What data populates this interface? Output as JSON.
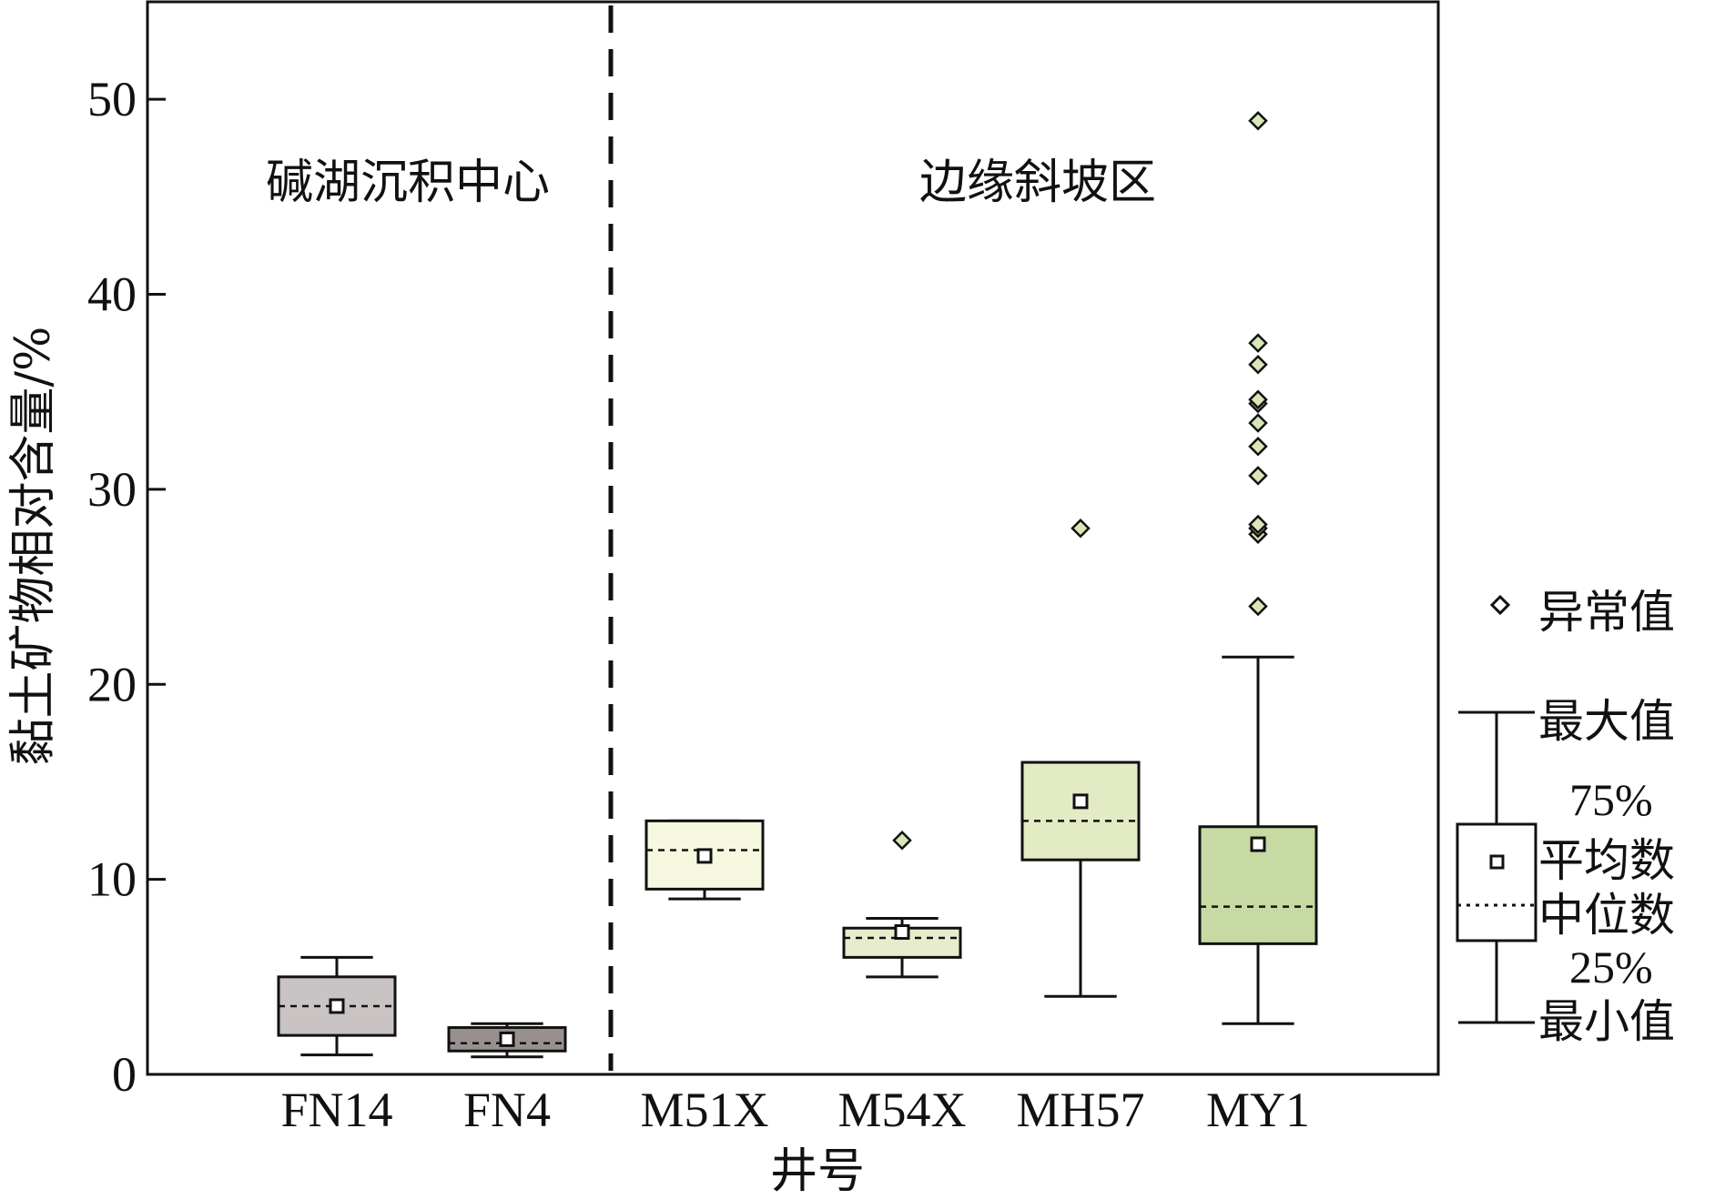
{
  "chart_data": {
    "type": "box",
    "xlabel": "井号",
    "ylabel": "黏土矿物相对含量/%",
    "ylim": [
      0,
      55
    ],
    "yticks": [
      0,
      10,
      20,
      30,
      40,
      50
    ],
    "categories": [
      "FN14",
      "FN4",
      "M51X",
      "M54X",
      "MH57",
      "MY1"
    ],
    "regions": [
      {
        "label": "碱湖沉积中心",
        "categories": [
          "FN14",
          "FN4"
        ]
      },
      {
        "label": "边缘斜坡区",
        "categories": [
          "M51X",
          "M54X",
          "MH57",
          "MY1"
        ]
      }
    ],
    "boxes": [
      {
        "name": "FN14",
        "min": 1.0,
        "q1": 2.0,
        "median": 3.5,
        "mean": 3.5,
        "q3": 5.0,
        "max": 6.0,
        "outliers": [],
        "color": "#c9c3c3"
      },
      {
        "name": "FN4",
        "min": 0.9,
        "q1": 1.2,
        "median": 1.6,
        "mean": 1.8,
        "q3": 2.4,
        "max": 2.6,
        "outliers": [],
        "color": "#9a8f8f"
      },
      {
        "name": "M51X",
        "min": 9.0,
        "q1": 9.5,
        "median": 11.5,
        "mean": 11.2,
        "q3": 13.0,
        "max": 13.0,
        "outliers": [],
        "color": "#f7f8e0"
      },
      {
        "name": "M54X",
        "min": 5.0,
        "q1": 6.0,
        "median": 7.0,
        "mean": 7.3,
        "q3": 7.5,
        "max": 8.0,
        "outliers": [
          12.0
        ],
        "color": "#e6edcd"
      },
      {
        "name": "MH57",
        "min": 4.0,
        "q1": 11.0,
        "median": 13.0,
        "mean": 14.0,
        "q3": 16.0,
        "max": 16.0,
        "outliers": [
          28.0
        ],
        "color": "#e3ebc5"
      },
      {
        "name": "MY1",
        "min": 2.6,
        "q1": 6.7,
        "median": 8.6,
        "mean": 11.8,
        "q3": 12.7,
        "max": 21.4,
        "outliers": [
          24.0,
          27.7,
          28.0,
          28.2,
          30.7,
          32.2,
          33.4,
          34.4,
          34.6,
          36.4,
          37.5,
          48.9
        ],
        "color": "#c8daa3"
      }
    ],
    "legend": {
      "outlier": "异常值",
      "max": "最大值",
      "q3": "75%",
      "mean": "平均数",
      "median": "中位数",
      "q1": "25%",
      "min": "最小值"
    },
    "outlier_color": "#d9e6b6"
  }
}
